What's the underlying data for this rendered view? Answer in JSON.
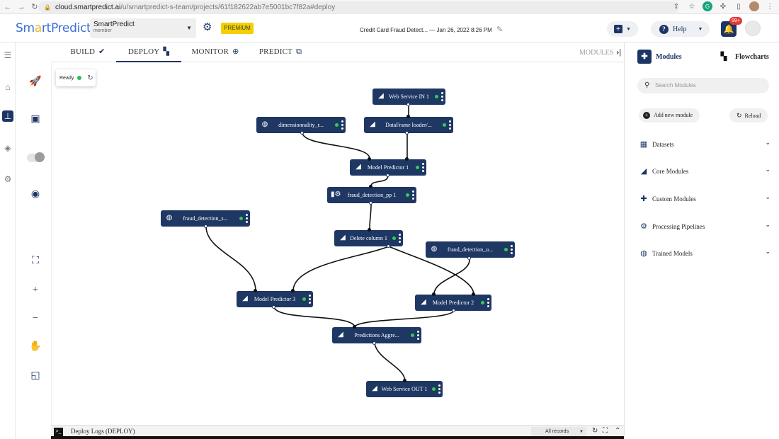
{
  "browser": {
    "url_host": "cloud.smartpredict.ai",
    "url_path": "/u/smartpredict-s-team/projects/61f182622ab7e5001bc7f82a#deploy"
  },
  "header": {
    "logo_part1": "Sm",
    "logo_part2": "a",
    "logo_part3": "rtPredict",
    "workspace_name": "SmartPredict",
    "workspace_role": "member",
    "premium_label": "PREMIUM",
    "project_title": "Credit Card Fraud Detect...",
    "project_date": "Jan 26, 2022 8:26 PM",
    "help_label": "Help",
    "notif_count": "99+"
  },
  "tabs": [
    {
      "label": "BUILD"
    },
    {
      "label": "DEPLOY"
    },
    {
      "label": "MONITOR"
    },
    {
      "label": "PREDICT"
    }
  ],
  "modules_tab_label": "MODULES",
  "canvas": {
    "status_label": "Ready",
    "nodes": [
      {
        "label": "Web Service IN 1"
      },
      {
        "label": "dimensionnality_r..."
      },
      {
        "label": "DataFrame loader/..."
      },
      {
        "label": "Model Predictor 1"
      },
      {
        "label": "fraud_detection_pp 1"
      },
      {
        "label": "fraud_detection_s..."
      },
      {
        "label": "Delete column 1"
      },
      {
        "label": "fraud_detection_u..."
      },
      {
        "label": "Model Predictor 3"
      },
      {
        "label": "Model Predictor 2"
      },
      {
        "label": "Predictions Aggre..."
      },
      {
        "label": "Web Service OUT 1"
      }
    ]
  },
  "logs": {
    "title": "Deploy Logs (DEPLOY)",
    "filter": "All records"
  },
  "right_panel": {
    "tab_modules": "Modules",
    "tab_flowcharts": "Flowcharts",
    "search_placeholder": "Search Modules",
    "add_label": "Add new module",
    "reload_label": "Reload",
    "categories": [
      {
        "label": "Datasets"
      },
      {
        "label": "Core Modules"
      },
      {
        "label": "Custom Modules"
      },
      {
        "label": "Processing Pipelines"
      },
      {
        "label": "Trained Models"
      }
    ]
  },
  "colors": {
    "brand_navy": "#1e3763",
    "status_green": "#2ed052",
    "premium_yellow": "#f4d000",
    "badge_red": "#e53935"
  }
}
